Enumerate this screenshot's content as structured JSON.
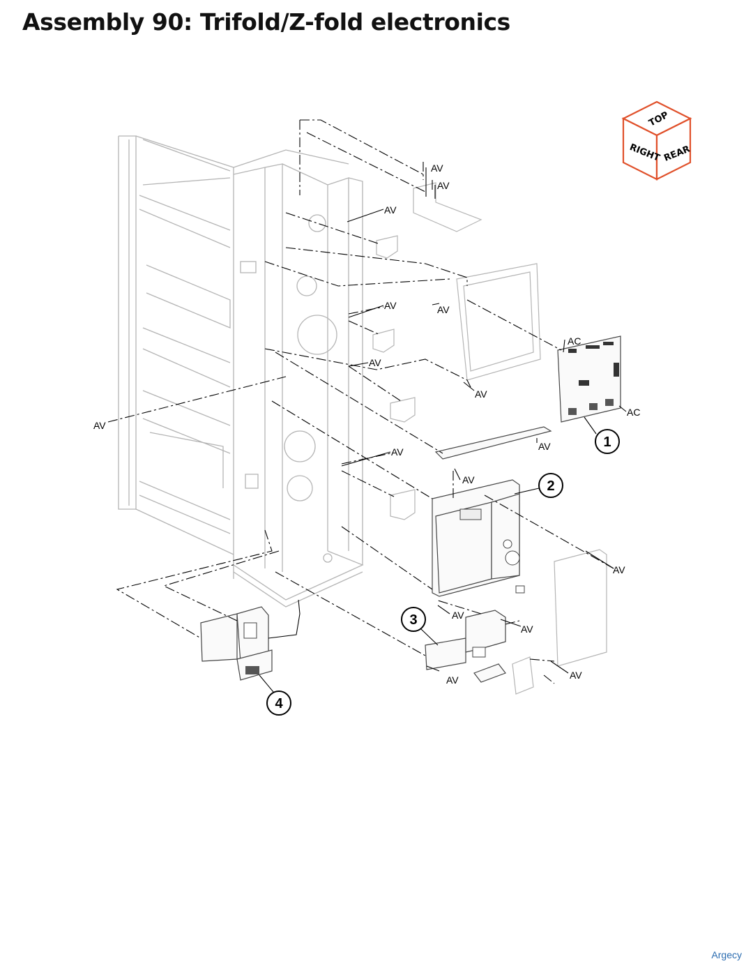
{
  "title": "Assembly 90: Trifold/Z-fold electronics",
  "orientation_cube": {
    "top": "TOP",
    "right": "RIGHT",
    "rear": "REAR",
    "edge_color": "#e0502a"
  },
  "labels": {
    "av": "AV",
    "ac": "AC"
  },
  "callouts": [
    "1",
    "2",
    "3",
    "4"
  ],
  "watermark": "Argecy"
}
